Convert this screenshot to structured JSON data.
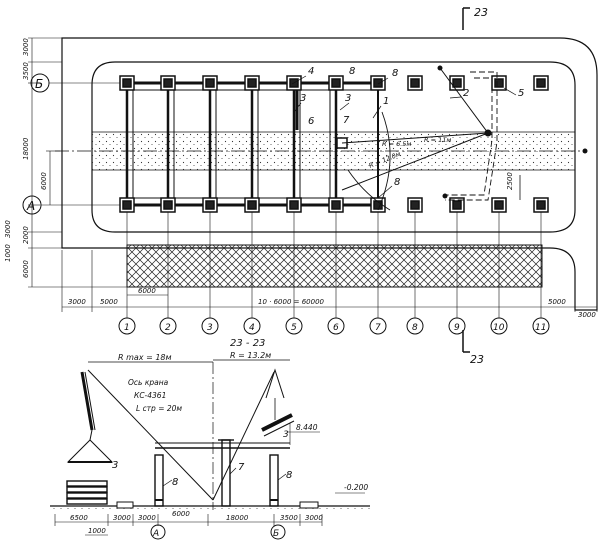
{
  "plan": {
    "section_mark": "23",
    "grid_axes": [
      "1",
      "2",
      "3",
      "4",
      "5",
      "6",
      "7",
      "8",
      "9",
      "10",
      "11"
    ],
    "row_labels": [
      "Б",
      "А"
    ],
    "callouts": [
      "1",
      "2",
      "3",
      "3",
      "4",
      "5",
      "6",
      "7",
      "8",
      "8",
      "8"
    ],
    "dims_left": [
      "3000",
      "3500",
      "18000",
      "6000",
      "3000",
      "2000",
      "1000",
      "6000"
    ],
    "dims_bottom": [
      "3000",
      "5000",
      "6000",
      "10 · 6000 = 60000",
      "5000",
      "3000"
    ],
    "radius_labels": [
      "R = 6.5м",
      "R = 11м",
      "R = 12.0м"
    ],
    "dim_2500": "2500"
  },
  "section": {
    "title": "23 - 23",
    "rmax": "R max = 18м",
    "r132": "R = 13.2м",
    "crane_axis": "Ось крана",
    "crane_model": "КС-4361",
    "boom_length": "L стр = 20м",
    "level_top": "8.440",
    "level_ground": "-0.200",
    "callouts": [
      "3",
      "3",
      "7",
      "8",
      "8"
    ],
    "dims": [
      "6500",
      "3000",
      "3000",
      "6000",
      "18000",
      "3500",
      "3000",
      "1000"
    ],
    "axes": [
      "А",
      "Б"
    ]
  }
}
